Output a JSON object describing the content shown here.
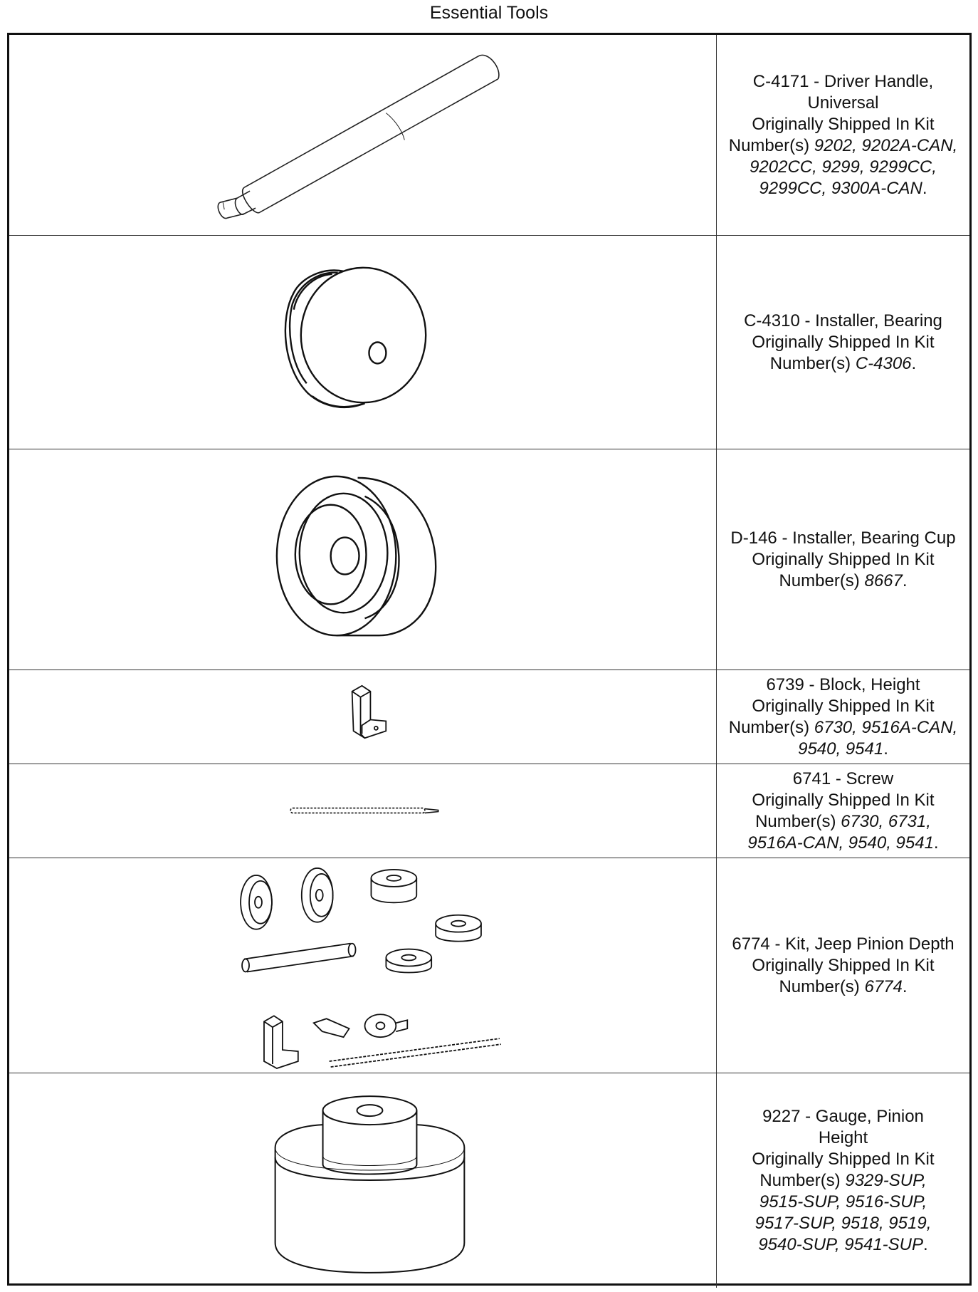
{
  "header": {
    "title": "Essential Tools"
  },
  "tools": [
    {
      "name": "C-4171 - Driver Handle, Universal",
      "shipped_prefix": "Originally Shipped In Kit Number(s) ",
      "kits": "9202, 9202A-CAN, 9202CC, 9299, 9299CC, 9299CC, 9300A-CAN",
      "suffix": ".",
      "image_icon": "driver-handle-icon"
    },
    {
      "name": "C-4310 - Installer, Bearing",
      "shipped_prefix": "Originally Shipped In Kit Number(s) ",
      "kits": "C-4306",
      "suffix": ".",
      "image_icon": "bearing-installer-icon"
    },
    {
      "name": "D-146 - Installer, Bearing Cup",
      "shipped_prefix": "Originally Shipped In Kit Number(s) ",
      "kits": "8667",
      "suffix": ".",
      "image_icon": "bearing-cup-installer-icon"
    },
    {
      "name": "6739 - Block, Height",
      "shipped_prefix": "Originally Shipped In Kit Number(s) ",
      "kits": "6730, 9516A-CAN, 9540, 9541",
      "suffix": ".",
      "image_icon": "height-block-icon"
    },
    {
      "name": "6741 - Screw",
      "shipped_prefix": "Originally Shipped In Kit Number(s) ",
      "kits": "6730, 6731, 9516A-CAN, 9540, 9541",
      "suffix": ".",
      "image_icon": "screw-icon"
    },
    {
      "name": "6774 - Kit, Jeep Pinion Depth",
      "shipped_prefix": "Originally Shipped In Kit Number(s) ",
      "kits": "6774",
      "suffix": ".",
      "image_icon": "pinion-depth-kit-icon"
    },
    {
      "name": "9227 - Gauge, Pinion Height",
      "shipped_prefix": "Originally Shipped In Kit Number(s) ",
      "kits": "9329-SUP, 9515-SUP, 9516-SUP, 9517-SUP, 9518, 9519, 9540-SUP, 9541-SUP",
      "suffix": ".",
      "image_icon": "pinion-height-gauge-icon"
    }
  ]
}
